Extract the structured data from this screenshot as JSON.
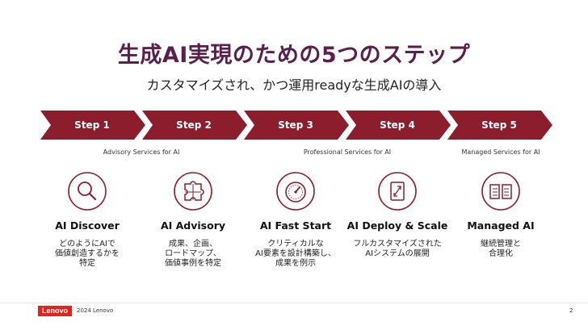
{
  "title": "生成AI実現のための5つのステップ",
  "subtitle": "カスタマイズされ、かつ運用readyな生成AIの導入",
  "steps": [
    {
      "label": "Step 1",
      "name": "AI Discover",
      "desc": "どのようにAIで\n価値創造するかを\n特定",
      "icon": "search-icon"
    },
    {
      "label": "Step 2",
      "name": "AI Advisory",
      "desc": "成果、企画、\nロードマップ、\n価値事例を特定",
      "icon": "puzzle-icon"
    },
    {
      "label": "Step 3",
      "name": "AI Fast Start",
      "desc": "クリティカルな\nAI要素を設計構築し、\n成果を例示",
      "icon": "speedometer-icon"
    },
    {
      "label": "Step 4",
      "name": "AI Deploy & Scale",
      "desc": "フルカスタマイズされた\nAIシステムの展開",
      "icon": "expand-icon"
    },
    {
      "label": "Step 5",
      "name": "Managed AI",
      "desc": "継続管理と\n合理化",
      "icon": "book-icon"
    }
  ],
  "services": {
    "advisory": "Advisory Services for AI",
    "professional": "Professional Services for AI",
    "managed": "Managed Services for AI"
  },
  "footer": {
    "logo": "Lenovo",
    "copyright": "2024 Lenovo",
    "page": "2"
  },
  "colors": {
    "accent": "#8b1d2c",
    "title": "#5a1f4c",
    "logo": "#e2231a"
  }
}
